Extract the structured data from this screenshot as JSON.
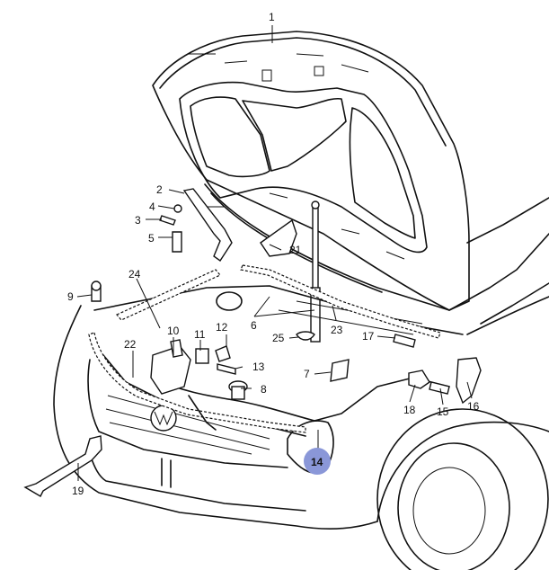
{
  "callouts": [
    {
      "id": "1",
      "label": "1"
    },
    {
      "id": "2",
      "label": "2"
    },
    {
      "id": "3",
      "label": "3"
    },
    {
      "id": "4",
      "label": "4"
    },
    {
      "id": "5",
      "label": "5"
    },
    {
      "id": "6",
      "label": "6"
    },
    {
      "id": "7",
      "label": "7"
    },
    {
      "id": "8",
      "label": "8"
    },
    {
      "id": "9",
      "label": "9"
    },
    {
      "id": "10",
      "label": "10"
    },
    {
      "id": "11",
      "label": "11"
    },
    {
      "id": "12",
      "label": "12"
    },
    {
      "id": "13",
      "label": "13"
    },
    {
      "id": "14",
      "label": "14",
      "highlighted": true
    },
    {
      "id": "15",
      "label": "15"
    },
    {
      "id": "16",
      "label": "16"
    },
    {
      "id": "17",
      "label": "17"
    },
    {
      "id": "18",
      "label": "18"
    },
    {
      "id": "19",
      "label": "19"
    },
    {
      "id": "21",
      "label": "21"
    },
    {
      "id": "22",
      "label": "22"
    },
    {
      "id": "23",
      "label": "23"
    },
    {
      "id": "24",
      "label": "24"
    },
    {
      "id": "25",
      "label": "25"
    }
  ],
  "colors": {
    "highlight": "#8a97d8",
    "line": "#111111",
    "background": "#ffffff"
  }
}
